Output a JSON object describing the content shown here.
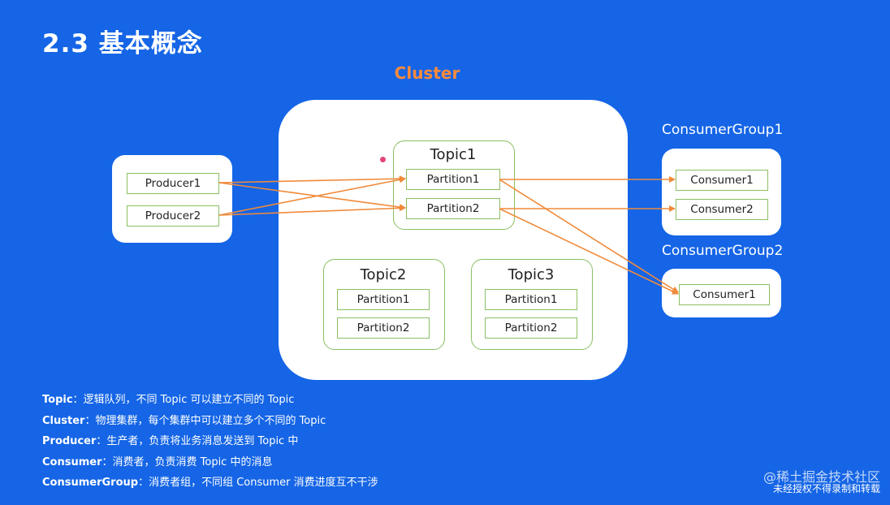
{
  "slide": {
    "title": "2.3 基本概念"
  },
  "cluster": {
    "title": "Cluster"
  },
  "producers": [
    "Producer1",
    "Producer2"
  ],
  "topics": [
    {
      "name": "Topic1",
      "partitions": [
        "Partition1",
        "Partition2"
      ]
    },
    {
      "name": "Topic2",
      "partitions": [
        "Partition1",
        "Partition2"
      ]
    },
    {
      "name": "Topic3",
      "partitions": [
        "Partition1",
        "Partition2"
      ]
    }
  ],
  "consumer_groups": [
    {
      "name": "ConsumerGroup1",
      "consumers": [
        "Consumer1",
        "Consumer2"
      ]
    },
    {
      "name": "ConsumerGroup2",
      "consumers": [
        "Consumer1"
      ]
    }
  ],
  "notes": [
    {
      "term": "Topic",
      "desc": "：逻辑队列，不同 Topic 可以建立不同的 Topic"
    },
    {
      "term": "Cluster",
      "desc": "：物理集群，每个集群中可以建立多个不同的 Topic"
    },
    {
      "term": "Producer",
      "desc": "：生产者，负责将业务消息发送到 Topic 中"
    },
    {
      "term": "Consumer",
      "desc": "：消费者，负责消费 Topic 中的消息"
    },
    {
      "term": "ConsumerGroup",
      "desc": "：消费者组，不同组 Consumer 消费进度互不干涉"
    }
  ],
  "watermark": {
    "line1": "@稀土掘金技术社区",
    "line2": "未经授权不得录制和转载"
  },
  "colors": {
    "background": "#1565e6",
    "arrow": "#f08a3a",
    "box_border": "#8cbf63",
    "cluster_title": "#ff8a3d"
  }
}
